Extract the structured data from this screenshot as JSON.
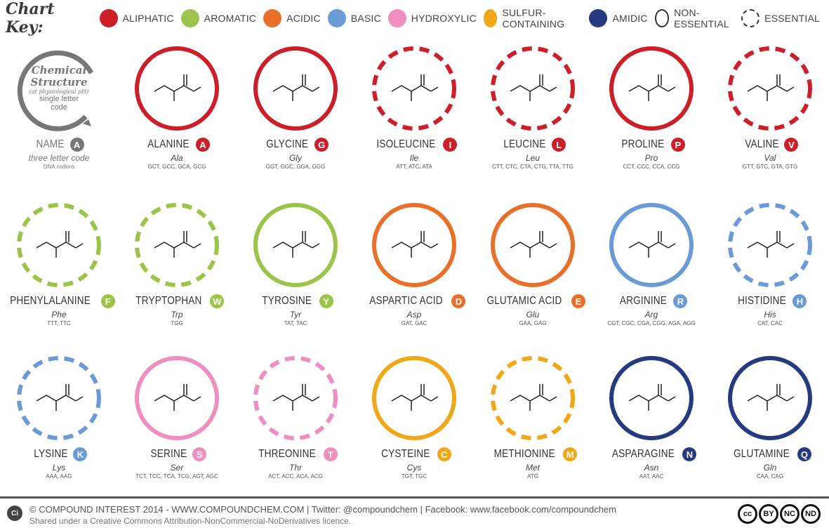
{
  "key": {
    "title": "Chart Key:",
    "items": [
      {
        "label": "ALIPHATIC",
        "color": "#cc1f2a",
        "style": "fill"
      },
      {
        "label": "AROMATIC",
        "color": "#9cc44a",
        "style": "fill"
      },
      {
        "label": "ACIDIC",
        "color": "#e8702a",
        "style": "fill"
      },
      {
        "label": "BASIC",
        "color": "#6b9bd6",
        "style": "fill"
      },
      {
        "label": "HYDROXYLIC",
        "color": "#ef8fbf",
        "style": "fill"
      },
      {
        "label": "SULFUR-CONTAINING",
        "color": "#f0a818",
        "style": "fill"
      },
      {
        "label": "AMIDIC",
        "color": "#263a80",
        "style": "fill"
      },
      {
        "label": "NON-ESSENTIAL",
        "color": "#333333",
        "style": "solid-outline"
      },
      {
        "label": "ESSENTIAL",
        "color": "#333333",
        "style": "dashed-outline"
      }
    ]
  },
  "legend": {
    "line1": "Chemical",
    "line2": "Structure",
    "line3": "(at physiological pH)",
    "line4": "single letter",
    "line5": "code",
    "name": "NAME",
    "letter": "A",
    "abbr": "three letter code",
    "codons": "DNA codons"
  },
  "amino_acids": [
    {
      "name": "ALANINE",
      "letter": "A",
      "abbr": "Ala",
      "codons": "GCT, GCC, GCA, GCG",
      "color": "#cc1f2a",
      "essential": false
    },
    {
      "name": "GLYCINE",
      "letter": "G",
      "abbr": "Gly",
      "codons": "GGT, GGC, GGA, GGG",
      "color": "#cc1f2a",
      "essential": false
    },
    {
      "name": "ISOLEUCINE",
      "letter": "I",
      "abbr": "Ile",
      "codons": "ATT, ATC, ATA",
      "color": "#cc1f2a",
      "essential": true
    },
    {
      "name": "LEUCINE",
      "letter": "L",
      "abbr": "Leu",
      "codons": "CTT, CTC, CTA, CTG, TTA, TTG",
      "color": "#cc1f2a",
      "essential": true
    },
    {
      "name": "PROLINE",
      "letter": "P",
      "abbr": "Pro",
      "codons": "CCT, CCC, CCA, CCG",
      "color": "#cc1f2a",
      "essential": false
    },
    {
      "name": "VALINE",
      "letter": "V",
      "abbr": "Val",
      "codons": "GTT, GTC, GTA, GTG",
      "color": "#cc1f2a",
      "essential": true
    },
    {
      "name": "PHENYLALANINE",
      "letter": "F",
      "abbr": "Phe",
      "codons": "TTT, TTC",
      "color": "#9cc44a",
      "essential": true
    },
    {
      "name": "TRYPTOPHAN",
      "letter": "W",
      "abbr": "Trp",
      "codons": "TGG",
      "color": "#9cc44a",
      "essential": true
    },
    {
      "name": "TYROSINE",
      "letter": "Y",
      "abbr": "Tyr",
      "codons": "TAT, TAC",
      "color": "#9cc44a",
      "essential": false
    },
    {
      "name": "ASPARTIC ACID",
      "letter": "D",
      "abbr": "Asp",
      "codons": "GAT, GAC",
      "color": "#e8702a",
      "essential": false
    },
    {
      "name": "GLUTAMIC ACID",
      "letter": "E",
      "abbr": "Glu",
      "codons": "GAA, GAG",
      "color": "#e8702a",
      "essential": false
    },
    {
      "name": "ARGININE",
      "letter": "R",
      "abbr": "Arg",
      "codons": "CGT, CGC, CGA, CGG, AGA, AGG",
      "color": "#6b9bd6",
      "essential": false
    },
    {
      "name": "HISTIDINE",
      "letter": "H",
      "abbr": "His",
      "codons": "CAT, CAC",
      "color": "#6b9bd6",
      "essential": true
    },
    {
      "name": "LYSINE",
      "letter": "K",
      "abbr": "Lys",
      "codons": "AAA, AAG",
      "color": "#6b9bd6",
      "essential": true
    },
    {
      "name": "SERINE",
      "letter": "S",
      "abbr": "Ser",
      "codons": "TCT, TCC, TCA, TCG, AGT, AGC",
      "color": "#ef8fbf",
      "essential": false
    },
    {
      "name": "THREONINE",
      "letter": "T",
      "abbr": "Thr",
      "codons": "ACT, ACC, ACA, ACG",
      "color": "#ef8fbf",
      "essential": true
    },
    {
      "name": "CYSTEINE",
      "letter": "C",
      "abbr": "Cys",
      "codons": "TGT, TGC",
      "color": "#f0a818",
      "essential": false
    },
    {
      "name": "METHIONINE",
      "letter": "M",
      "abbr": "Met",
      "codons": "ATG",
      "color": "#f0a818",
      "essential": true
    },
    {
      "name": "ASPARAGINE",
      "letter": "N",
      "abbr": "Asn",
      "codons": "AAT, AAC",
      "color": "#263a80",
      "essential": false
    },
    {
      "name": "GLUTAMINE",
      "letter": "Q",
      "abbr": "Gln",
      "codons": "CAA, CAG",
      "color": "#263a80",
      "essential": false
    }
  ],
  "footer": {
    "logo": "Ci",
    "line1": "© COMPOUND INTEREST 2014 - WWW.COMPOUNDCHEM.COM | Twitter: @compoundchem | Facebook: www.facebook.com/compoundchem",
    "line2": "Shared under a Creative Commons Attribution-NonCommercial-NoDerivatives licence.",
    "licence_icons": [
      "cc-icon",
      "by-icon",
      "nc-icon",
      "nd-icon"
    ],
    "licence_labels": [
      "cc",
      "BY",
      "NC",
      "ND"
    ]
  }
}
